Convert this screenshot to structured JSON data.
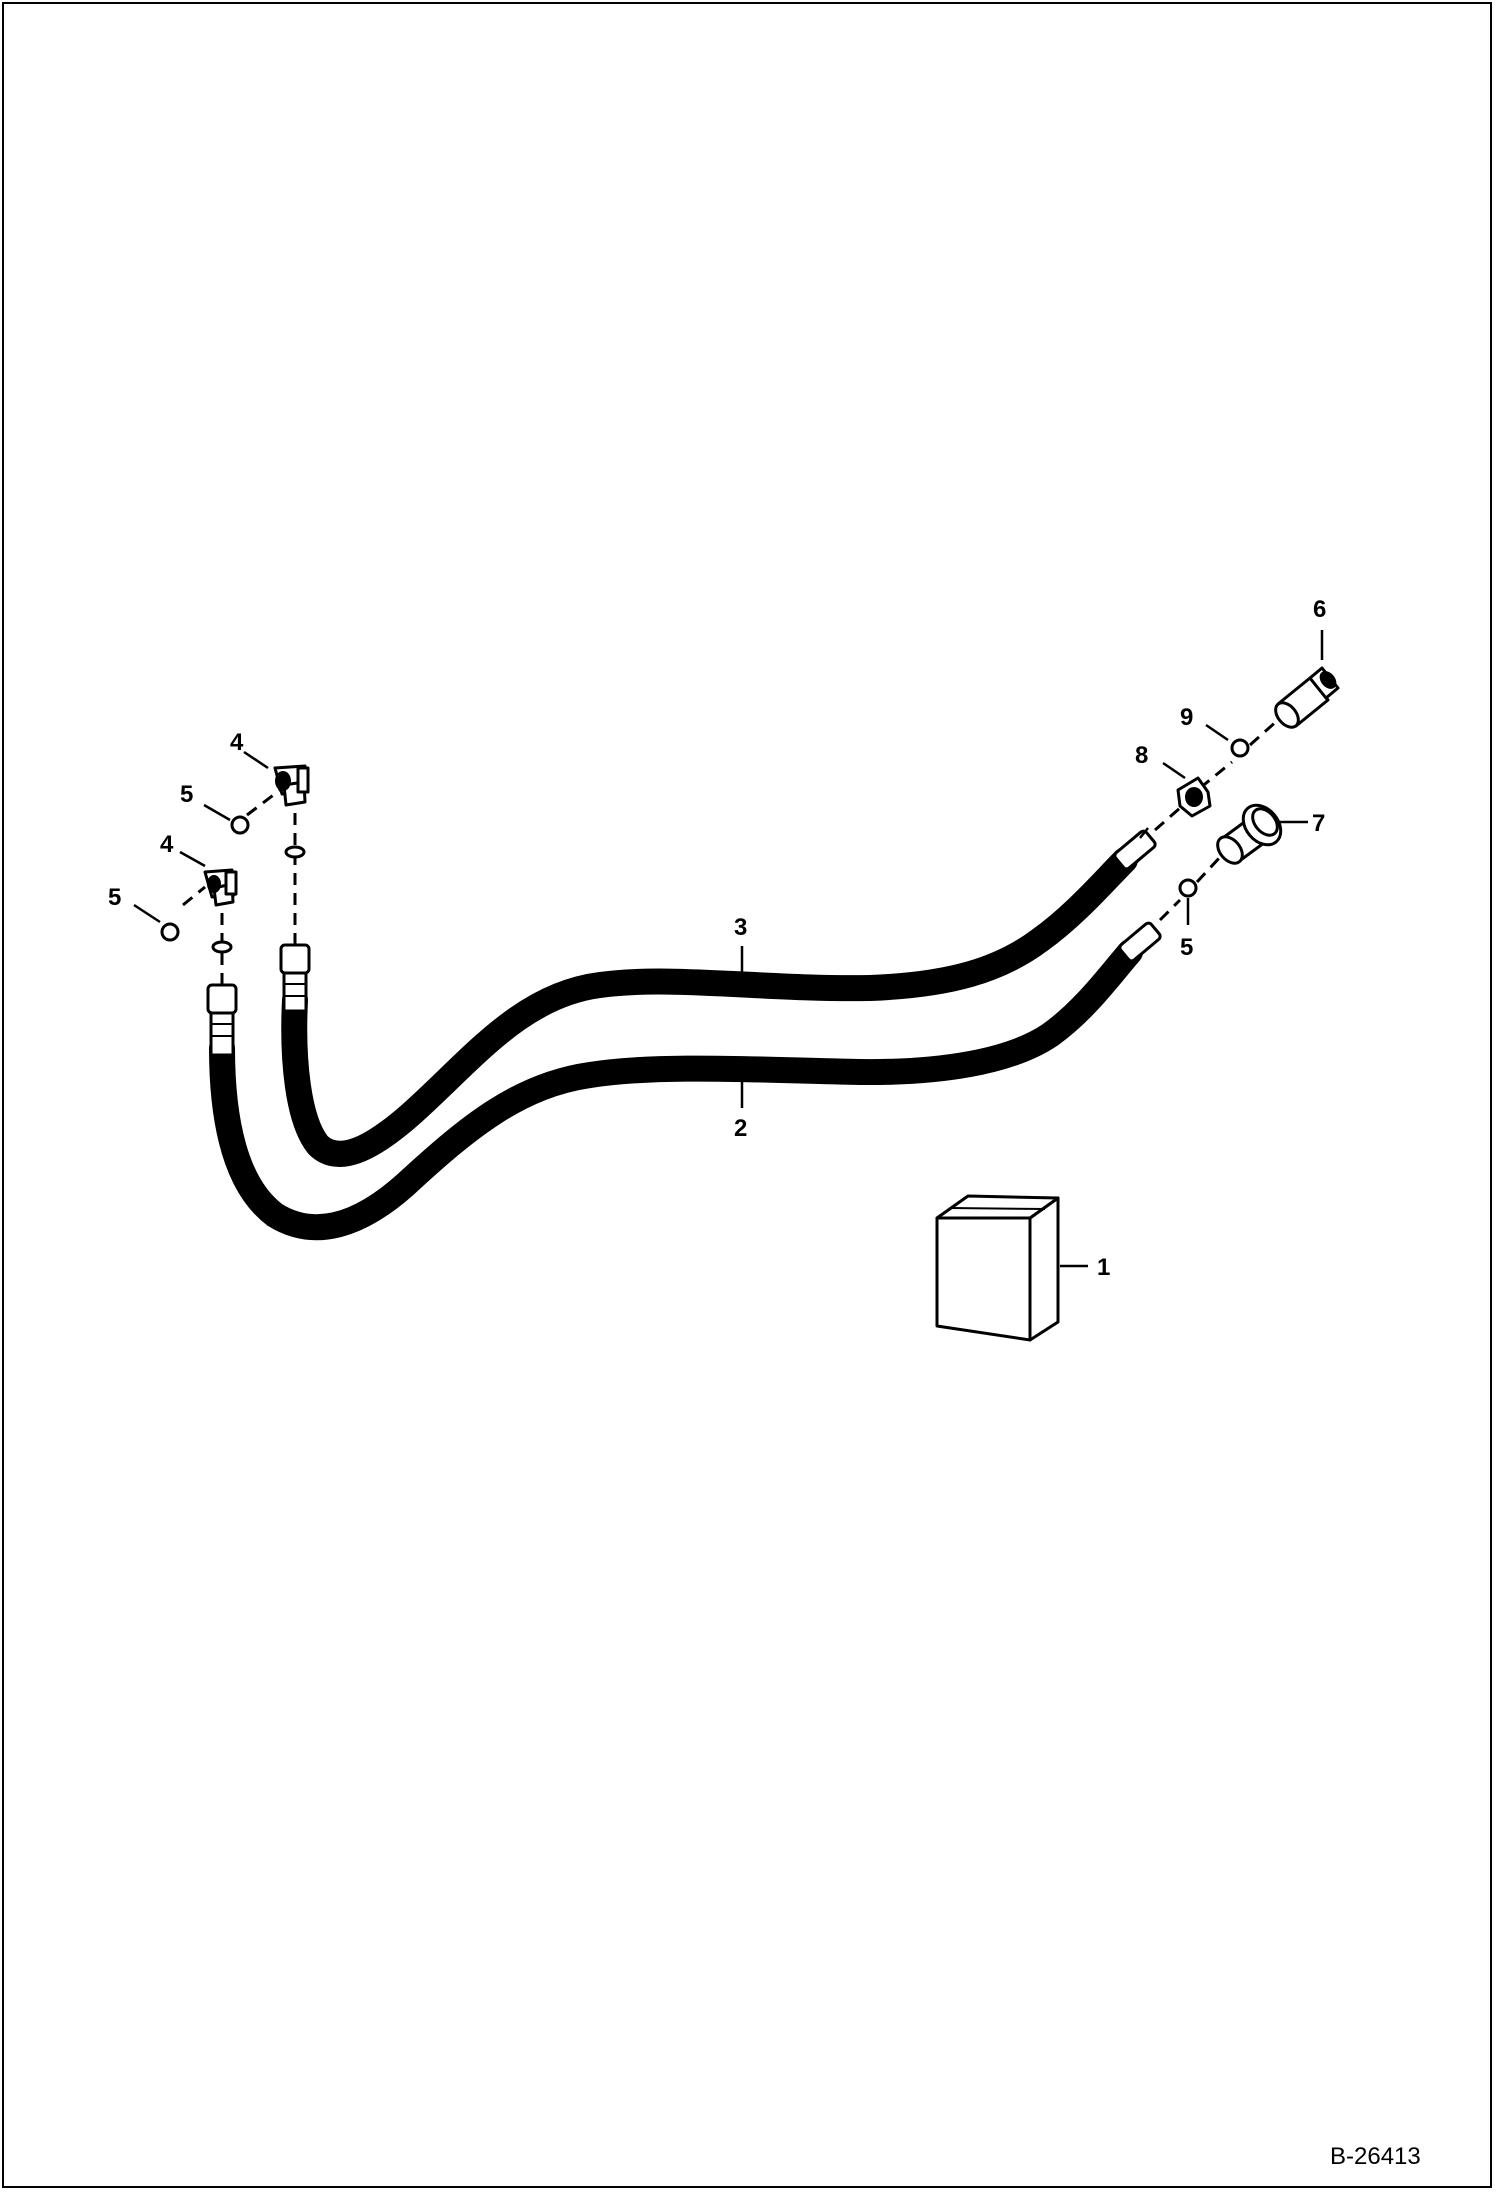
{
  "drawing_number": "B-26413",
  "callouts": {
    "kit": "1",
    "hose_lower": "2",
    "hose_upper": "3",
    "elbow_a": "4",
    "elbow_b": "4",
    "oring_a": "5",
    "oring_b": "5",
    "oring_c": "5",
    "coupler_male": "6",
    "coupler_female": "7",
    "adapter": "8",
    "oring_d": "9"
  }
}
